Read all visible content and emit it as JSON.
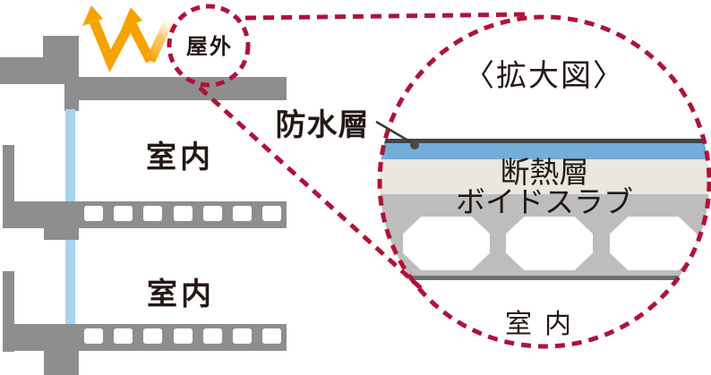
{
  "diagram": {
    "callout_label": "屋外",
    "waterproof_label": "防水層",
    "building": {
      "room_upper": "室内",
      "room_lower": "室内",
      "void_count_per_slab": 7
    },
    "enlarged": {
      "title": "〈拡大図〉",
      "insulation_layer": "断熱層",
      "void_slab": "ボイドスラブ",
      "indoor": "室内"
    },
    "icons": {
      "heat_arrow": "zigzag-heat-arrow-icon",
      "magnify_callout": "dashed-circle-callout"
    }
  },
  "colors": {
    "accent_red": "#b01238",
    "structure_gray": "#8e8e8e",
    "window_blue": "#a7d3ef",
    "heat_orange": "#f6a200",
    "waterproof_line_dark": "#3f454b",
    "insulation_blue": "#74add8",
    "screed_beige": "#eae7df",
    "slab_gray": "#bdbdbd",
    "slab_bottom_line": "#6f6f6f",
    "text_dark": "#231815"
  }
}
